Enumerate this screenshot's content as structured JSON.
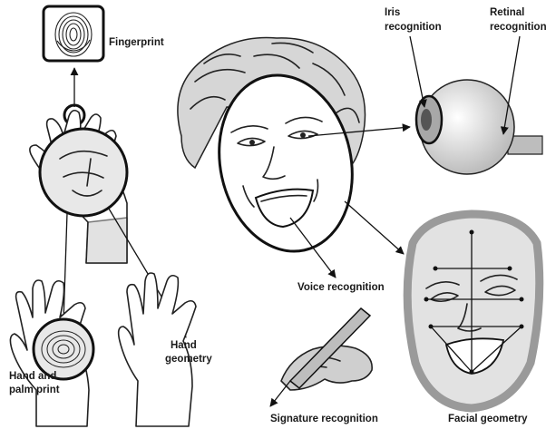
{
  "labels": {
    "fingerprint": "Fingerprint",
    "iris_line1": "Iris",
    "iris_line2": "recognition",
    "retinal_line1": "Retinal",
    "retinal_line2": "recognition",
    "voice": "Voice recognition",
    "hand_palm_line1": "Hand and",
    "hand_palm_line2": "palm print",
    "hand_geom_line1": "Hand",
    "hand_geom_line2": "geometry",
    "signature": "Signature recognition",
    "facial_geometry": "Facial geometry"
  },
  "colors": {
    "ink": "#111111",
    "face_frame": "#9a9a9a",
    "shading": "#cfcfcf"
  }
}
